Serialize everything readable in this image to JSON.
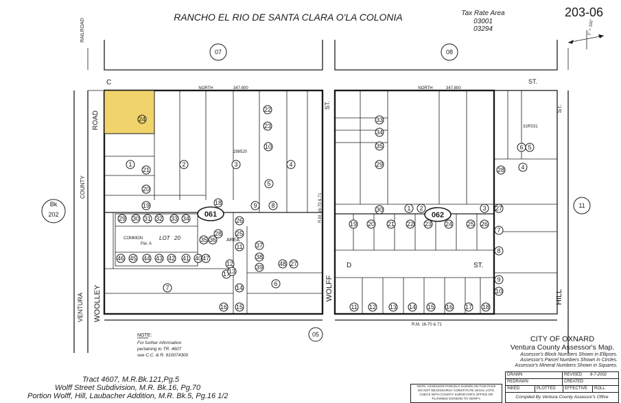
{
  "header": {
    "title": "RANCHO EL RIO DE SANTA CLARA O'LA COLONIA",
    "tax_rate_area_label": "Tax Rate Area",
    "tax_rate_areas": [
      "03001",
      "03294"
    ],
    "map_number": "203-06",
    "scale": "1\" = 100'"
  },
  "streets": {
    "c_west": "C",
    "c_east": "ST.",
    "railroad": "RAILROAD",
    "county": "COUNTY",
    "road": "ROAD",
    "ventura": "VENTURA",
    "woolley": "WOOLLEY",
    "wolff": "WOLFF",
    "st_wolff": "ST.",
    "d": "D",
    "d_st": "ST.",
    "hill": "HILL",
    "st_hill": "ST."
  },
  "adjacent_maps": {
    "top_left": "07",
    "top_right": "08",
    "bottom": "05",
    "right": "11",
    "left_book_label": "Bk",
    "left_book_number": "202"
  },
  "blocks": [
    "061",
    "062"
  ],
  "highlight_parcel": "24",
  "parcels_west": [
    "21",
    "20",
    "1",
    "2",
    "3",
    "4",
    "18",
    "19",
    "17",
    "22",
    "23",
    "7",
    "6",
    "5",
    "8",
    "9",
    "10",
    "14",
    "15",
    "16",
    "29",
    "30",
    "31",
    "32",
    "33",
    "34",
    "35",
    "36",
    "37",
    "38",
    "39",
    "40",
    "41",
    "42",
    "43",
    "44",
    "45",
    "46",
    "47",
    "48",
    "27",
    "28",
    "25",
    "26",
    "11",
    "12",
    "13"
  ],
  "parcels_east": [
    "33",
    "34",
    "35",
    "30",
    "1",
    "2",
    "3",
    "4",
    "5",
    "6",
    "7",
    "8",
    "9",
    "10",
    "11",
    "12",
    "13",
    "14",
    "15",
    "16",
    "17",
    "18",
    "19",
    "20",
    "21",
    "22",
    "23",
    "24",
    "25",
    "26",
    "27",
    "28",
    "29"
  ],
  "labels": {
    "lot": "LOT",
    "lot_number": "20",
    "common": "COMMON",
    "area": "AREA",
    "par_a": "Par. A",
    "rm_ref": "R.M. 16-70 & 71",
    "rm_ref_vertical": "R.M. 16-70 & 71",
    "north": "NORTH",
    "width_1": "347.800",
    "width_2": "347.800",
    "east_val": "31RS31",
    "tract_note_value": "298520"
  },
  "note": {
    "title": "NOTE:",
    "lines": [
      "For further information",
      "pertaining to TR. 4607",
      "see C.C. & R. 910074300"
    ]
  },
  "footer": {
    "subdivisions": [
      "Tract 4607, M.R.Bk.121,Pg.5",
      "Wolff Street Subdivision, M.R. Bk.16, Pg.70",
      "Portion Wolff, Hill, Laubacher Addition, M.R. Bk.5, Pg.16 1/2"
    ],
    "city": "CITY OF OXNARD",
    "agency": "Ventura County Assessor's Map.",
    "legend": [
      "Assessor's Block Numbers Shown in Ellipses.",
      "Assessor's Parcel Numbers Shown in Circles.",
      "Assessor's Mineral Numbers Shown in Squares."
    ],
    "disclaimer": [
      "NOTE: ASSESSOR PARCELS SHOWN ON THIS PAGE",
      "DO NOT NECESSARILY CONSTITUTE LEGAL LOTS.",
      "CHECK WITH COUNTY SURVEYOR'S OFFICE OR",
      "PLANNING DIVISION TO VERIFY."
    ],
    "table": {
      "drawn": "DRAWN",
      "revised": "REVISED",
      "revised_date": "8-7-2002",
      "redrawn": "REDRAWN",
      "created": "CREATED",
      "inked": "INKED",
      "plotted": "PLOTTED",
      "effective": "EFFECTIVE",
      "roll": "ROLL",
      "compiled": "Compiled By Ventura County Assessor's Office"
    }
  },
  "colors": {
    "highlight": "#f0d36b",
    "ink": "#1a1a1a"
  }
}
